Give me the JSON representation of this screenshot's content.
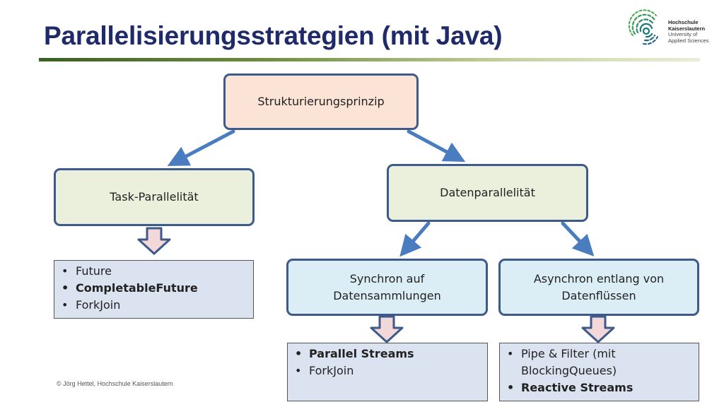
{
  "title": "Parallelisierungsstrategien (mit Java)",
  "logo": {
    "line1": "Hochschule",
    "line2": "Kaiserslautern",
    "line3": "University of",
    "line4": "Applied Sciences"
  },
  "diagram": {
    "root": "Strukturierungsprinzip",
    "task": "Task-Parallelität",
    "data": "Datenparallelität",
    "sync_line1": "Synchron auf",
    "sync_line2": "Datensammlungen",
    "async_line1": "Asynchron entlang von",
    "async_line2": "Datenflüssen",
    "task_list": [
      {
        "text": "Future",
        "bold": false
      },
      {
        "text": "CompletableFuture",
        "bold": true
      },
      {
        "text": "ForkJoin",
        "bold": false
      }
    ],
    "sync_list": [
      {
        "text": "Parallel Streams",
        "bold": true
      },
      {
        "text": "ForkJoin",
        "bold": false
      }
    ],
    "async_list": [
      {
        "text": "Pipe & Filter (mit BlockingQueues)",
        "bold": false
      },
      {
        "text": "Reactive Streams",
        "bold": true
      }
    ]
  },
  "footer": "© Jörg Hettel, Hochschule Kaiserslautern",
  "colors": {
    "title": "#1f2a6b",
    "box_border": "#3d5a8a",
    "arrow": "#4a7cc0",
    "root_fill": "#fbe4d5",
    "level1_fill": "#ebf0dc",
    "level2_fill": "#dceef5",
    "list_fill": "#dce3f0",
    "down_arrow_fill": "#f2d8d8"
  }
}
